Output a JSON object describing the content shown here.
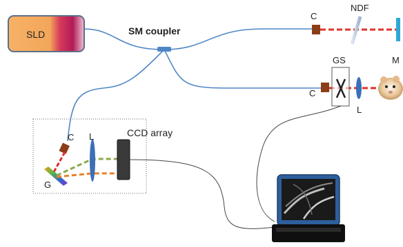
{
  "labels": {
    "source": "SLD",
    "coupler": "SM coupler",
    "ndf": "NDF",
    "collimator_ref": "C",
    "mirror": "M",
    "galvo": "GS",
    "collimator_sample": "C",
    "lens_sample": "L",
    "collimator_spec": "C",
    "lens_spec": "L",
    "ccd": "CCD array",
    "grating": "G"
  },
  "icons": {
    "sample": "hamster-icon",
    "computer": "computer-monitor-icon"
  },
  "colors": {
    "fiber": "#4f86c6",
    "beam_red": "#e0302a",
    "beam_green": "#8aa84a",
    "beam_orange": "#e8822a",
    "collimator": "#8b3d18",
    "lens": "#3c6fb7",
    "mirror": "#2fa7d6"
  }
}
